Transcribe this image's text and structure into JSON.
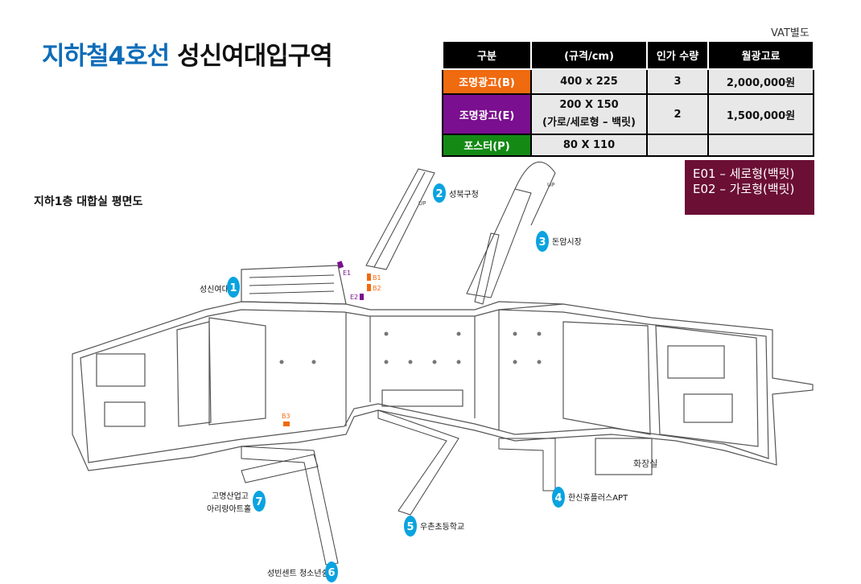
{
  "header": {
    "vat_note": "VAT별도",
    "title_line": "지하철4호선",
    "title_station": "성신여대입구역",
    "floor_label": "지하1층 대합실 평면도"
  },
  "price_table": {
    "columns": [
      "구분",
      "(규격/cm)",
      "인가 수량",
      "월광고료"
    ],
    "rows": [
      {
        "category": "조명광고(B)",
        "spec": "400 x 225",
        "spec_line2": "",
        "quantity": "3",
        "fee": "2,000,000원",
        "color": "#f06a0f"
      },
      {
        "category": "조명광고(E)",
        "spec": "200 X 150",
        "spec_line2": "(가로/세로형 – 백릿)",
        "quantity": "2",
        "fee": "1,500,000원",
        "color": "#7a0f8f"
      },
      {
        "category": "포스터(P)",
        "spec": "80 X 110",
        "spec_line2": "",
        "quantity": "",
        "fee": "",
        "color": "#148a14"
      }
    ]
  },
  "legend": {
    "line1": "E01 – 세로형(백릿)",
    "line2": "E02 – 가로형(백릿)",
    "background": "#6b0f35"
  },
  "map": {
    "exits": [
      {
        "number": "1",
        "label": "성신여대"
      },
      {
        "number": "2",
        "label": "성북구청"
      },
      {
        "number": "3",
        "label": "돈암시장"
      },
      {
        "number": "4",
        "label": "한신휴플러스APT"
      },
      {
        "number": "5",
        "label": "우촌초등학교"
      },
      {
        "number": "6",
        "label": "성빈센트 청소년쉼터"
      },
      {
        "number": "7",
        "label_line1": "고명산업고",
        "label_line2": "아리랑아트홀"
      }
    ],
    "ad_markers": [
      "E1",
      "E2",
      "B1",
      "B2",
      "B3"
    ],
    "room_label": "화장실",
    "stair_label": "UP",
    "marker_color": "#0aa3e0"
  }
}
